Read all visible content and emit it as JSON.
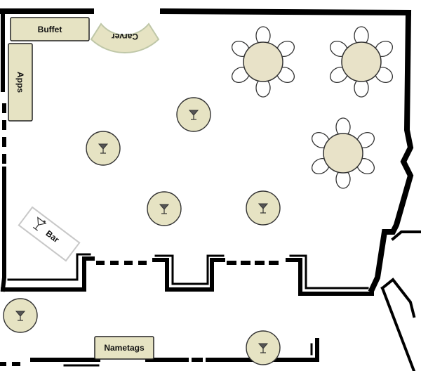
{
  "labels": {
    "buffet": "Buffet",
    "carver": "Carver",
    "apps": "Apps",
    "bar": "Bar",
    "nametags": "Nametags"
  },
  "colors": {
    "table_fill": "#e6e3c3",
    "round_table_fill": "#e8e2c8",
    "table_stroke": "#333333",
    "wall": "#000000",
    "chair_fill": "#ffffff"
  },
  "icons": {
    "cocktail_table": "martini-glass-icon",
    "bar": "martini-glass-icon"
  }
}
